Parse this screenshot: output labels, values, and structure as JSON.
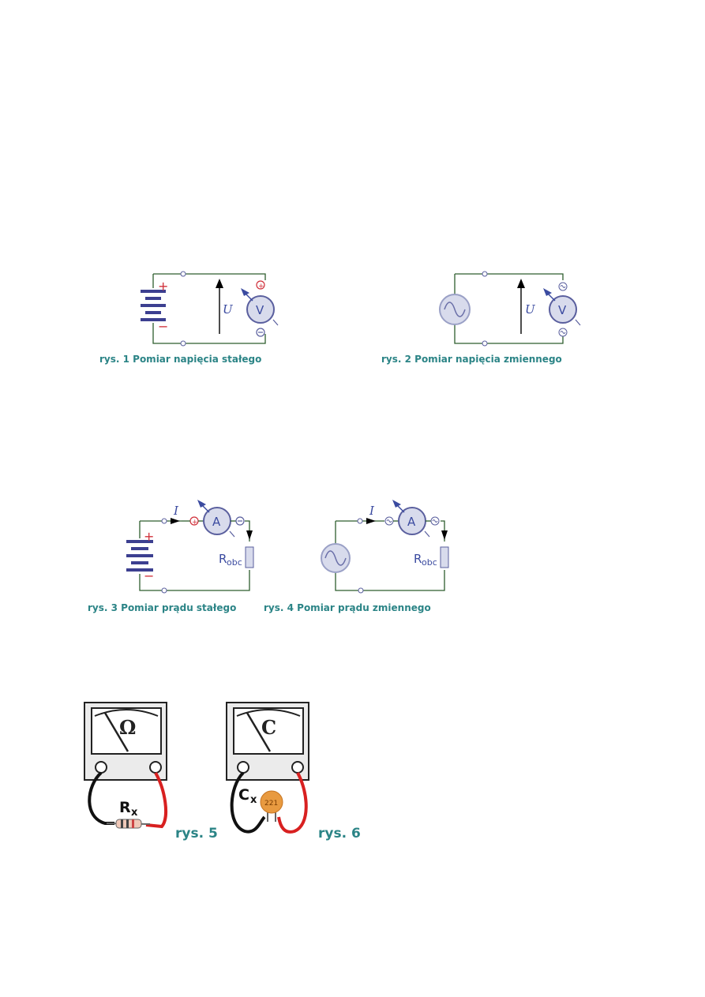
{
  "figures": {
    "fig1": {
      "caption": "rys. 1  Pomiar napięcia stałego",
      "meter": "V",
      "arrow_label": "U",
      "plus": "+",
      "minus": "−"
    },
    "fig2": {
      "caption": "rys. 2  Pomiar napięcia zmiennego",
      "meter": "V",
      "arrow_label": "U"
    },
    "fig3": {
      "caption": "rys. 3  Pomiar prądu stałego",
      "meter": "A",
      "current_label": "I",
      "load_label": "R",
      "load_sub": "obc",
      "plus": "+",
      "minus": "−"
    },
    "fig4": {
      "caption": "rys. 4  Pomiar prądu zmiennego",
      "meter": "A",
      "current_label": "I",
      "load_label": "R",
      "load_sub": "obc"
    },
    "fig5": {
      "caption": "rys. 5",
      "dial_symbol": "Ω",
      "component_label": "R",
      "component_sub": "x"
    },
    "fig6": {
      "caption": "rys. 6",
      "dial_symbol": "C",
      "component_label": "C",
      "component_sub": "x",
      "capacitor_code": "221"
    }
  },
  "colors": {
    "wire": "#2e5e2e",
    "meter_fill": "#d8dbec",
    "meter_stroke": "#5a5f9e",
    "caption": "#2b8486",
    "lead_red": "#d82020",
    "capacitor": "#e89a40"
  }
}
